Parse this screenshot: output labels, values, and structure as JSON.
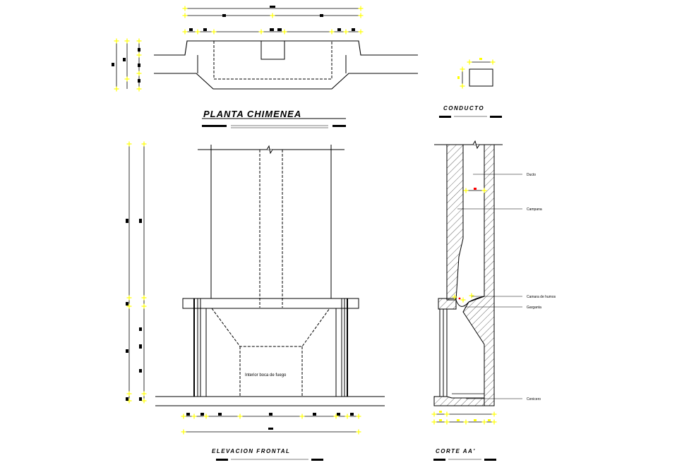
{
  "titles": {
    "plan": "PLANTA CHIMENEA",
    "duct": "CONDUCTO",
    "front": "ELEVACION FRONTAL",
    "section": "CORTE AA'"
  },
  "labels": {
    "interior": "Interior boca de fuego",
    "ducto": "Ducto",
    "campana": "Campana",
    "camara": "Camara de humos",
    "garganta": "Garganta",
    "cenicero": "Cenicero"
  },
  "colors": {
    "line": "#000000",
    "dimension_mark": "#ffff00",
    "dimension_dot": "#ff0000",
    "background": "#ffffff"
  }
}
